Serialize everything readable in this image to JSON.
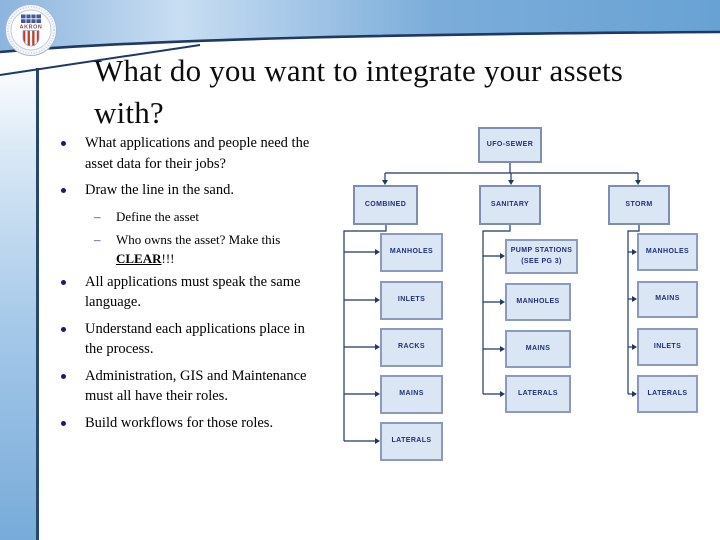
{
  "logo": {
    "text": "AKRON"
  },
  "title": {
    "text": "What do you want to integrate your assets with?"
  },
  "ui": {
    "dash": "–"
  },
  "bullets": [
    {
      "level": 1,
      "text": "What applications and people need the asset data for their jobs?"
    },
    {
      "level": 1,
      "text": "Draw the line in the sand."
    },
    {
      "level": 2,
      "text": "Define the asset"
    },
    {
      "level": 2,
      "text_before": "Who owns the asset? Make this ",
      "emphasis": "CLEAR",
      "text_after": "!!!"
    },
    {
      "level": 1,
      "text": "All applications must speak the same language."
    },
    {
      "level": 1,
      "text": "Understand each applications place in the process."
    },
    {
      "level": 1,
      "text": "Administration, GIS and Maintenance must all have their roles."
    },
    {
      "level": 1,
      "text": "Build workflows for those roles."
    }
  ],
  "diagram": {
    "root": {
      "label": "UFO-SEWER"
    },
    "branches": [
      {
        "label": "COMBINED",
        "children": [
          "MANHOLES",
          "INLETS",
          "RACKS",
          "MAINS",
          "LATERALS"
        ]
      },
      {
        "label": "SANITARY",
        "children": [
          "PUMP STATIONS (SEE PG 3)",
          "MANHOLES",
          "MAINS",
          "LATERALS"
        ]
      },
      {
        "label": "STORM",
        "children": [
          "MANHOLES",
          "MAINS",
          "INLETS",
          "LATERALS"
        ]
      }
    ]
  },
  "colors": {
    "band_blue": "#6ea6d6",
    "accent_navy": "#1f3864",
    "box_fill": "#dbe6f4",
    "box_border": "#8c9bbd",
    "box_text": "#1f2f80"
  }
}
